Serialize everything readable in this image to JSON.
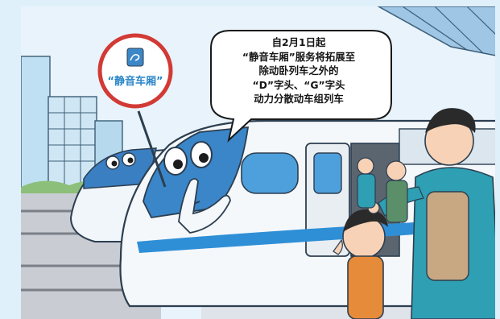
{
  "sign": {
    "label": "“静音车厢”",
    "icon": "quiet-carriage-icon"
  },
  "speech_bubble": {
    "lines": [
      "自2月1日起",
      "“静音车厢”服务将拓展至",
      "除动卧列车之外的",
      "“D”字头、“G”字头",
      "动力分散动车组列车"
    ]
  },
  "colors": {
    "sky": "#e8f3fb",
    "train_body": "#f4f8fb",
    "train_accent": "#2f8fd6",
    "sign_text": "#2a86c8",
    "sign_ring": "#d23a35",
    "sign_icon_bg": "#3b87c7"
  }
}
